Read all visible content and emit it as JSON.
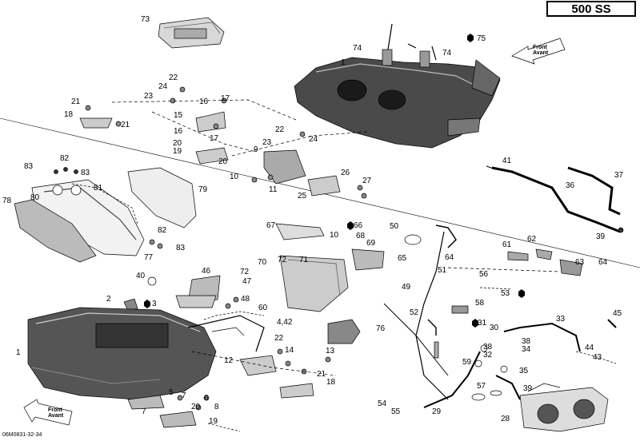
{
  "title": "500 SS",
  "drawing_id": "06M0831-32-34",
  "front_arrows": [
    {
      "line1": "Front",
      "line2": "Avant"
    },
    {
      "line1": "Front",
      "line2": "Avant"
    }
  ],
  "callouts": [
    {
      "id": "c73",
      "text": "73"
    },
    {
      "id": "c74a",
      "text": "74"
    },
    {
      "id": "c75",
      "text": "75"
    },
    {
      "id": "c74b",
      "text": "74"
    },
    {
      "id": "c1a",
      "text": "1"
    },
    {
      "id": "c22a",
      "text": "22"
    },
    {
      "id": "c24a",
      "text": "24"
    },
    {
      "id": "c23a",
      "text": "23"
    },
    {
      "id": "c17a",
      "text": "17"
    },
    {
      "id": "c16a",
      "text": "16"
    },
    {
      "id": "c21a",
      "text": "21"
    },
    {
      "id": "c18a",
      "text": "18"
    },
    {
      "id": "c21b",
      "text": "21"
    },
    {
      "id": "c15",
      "text": "15"
    },
    {
      "id": "c16b",
      "text": "16"
    },
    {
      "id": "c17b",
      "text": "17"
    },
    {
      "id": "c22b",
      "text": "22"
    },
    {
      "id": "c23b",
      "text": "23"
    },
    {
      "id": "c24b",
      "text": "24"
    },
    {
      "id": "c20a",
      "text": "20"
    },
    {
      "id": "c19a",
      "text": "19"
    },
    {
      "id": "c20b",
      "text": "20"
    },
    {
      "id": "c9",
      "text": "9"
    },
    {
      "id": "c10",
      "text": "10"
    },
    {
      "id": "c11",
      "text": "11"
    },
    {
      "id": "c26",
      "text": "26"
    },
    {
      "id": "c27",
      "text": "27"
    },
    {
      "id": "c25",
      "text": "25"
    },
    {
      "id": "c82a",
      "text": "82"
    },
    {
      "id": "c83a",
      "text": "83"
    },
    {
      "id": "c83b",
      "text": "83"
    },
    {
      "id": "c81",
      "text": "81"
    },
    {
      "id": "c80",
      "text": "80"
    },
    {
      "id": "c79",
      "text": "79"
    },
    {
      "id": "c78",
      "text": "78"
    },
    {
      "id": "c82b",
      "text": "82"
    },
    {
      "id": "c83c",
      "text": "83"
    },
    {
      "id": "c77",
      "text": "77"
    },
    {
      "id": "c41",
      "text": "41"
    },
    {
      "id": "c37",
      "text": "37"
    },
    {
      "id": "c36",
      "text": "36"
    },
    {
      "id": "c39a",
      "text": "39"
    },
    {
      "id": "c67",
      "text": "67"
    },
    {
      "id": "c66",
      "text": "66"
    },
    {
      "id": "c68",
      "text": "68"
    },
    {
      "id": "c50",
      "text": "50"
    },
    {
      "id": "c10b",
      "text": "10"
    },
    {
      "id": "c69",
      "text": "69"
    },
    {
      "id": "c65",
      "text": "65"
    },
    {
      "id": "c61",
      "text": "61"
    },
    {
      "id": "c62",
      "text": "62"
    },
    {
      "id": "c64",
      "text": "64"
    },
    {
      "id": "c63",
      "text": "63"
    },
    {
      "id": "c64b",
      "text": "64"
    },
    {
      "id": "c70",
      "text": "70"
    },
    {
      "id": "c72a",
      "text": "72"
    },
    {
      "id": "c71",
      "text": "71"
    },
    {
      "id": "c72b",
      "text": "72"
    },
    {
      "id": "c47",
      "text": "47"
    },
    {
      "id": "c46",
      "text": "46"
    },
    {
      "id": "c40",
      "text": "40"
    },
    {
      "id": "c49",
      "text": "49"
    },
    {
      "id": "c51",
      "text": "51"
    },
    {
      "id": "c56",
      "text": "56"
    },
    {
      "id": "c53",
      "text": "53"
    },
    {
      "id": "c2",
      "text": "2"
    },
    {
      "id": "c3",
      "text": "3"
    },
    {
      "id": "c48",
      "text": "48"
    },
    {
      "id": "c60",
      "text": "60"
    },
    {
      "id": "c58",
      "text": "58"
    },
    {
      "id": "c52",
      "text": "52"
    },
    {
      "id": "c4",
      "text": "4,42"
    },
    {
      "id": "c76",
      "text": "76"
    },
    {
      "id": "c31",
      "text": "31"
    },
    {
      "id": "c30",
      "text": "30"
    },
    {
      "id": "c33",
      "text": "33"
    },
    {
      "id": "c45",
      "text": "45"
    },
    {
      "id": "c1b",
      "text": "1"
    },
    {
      "id": "c22c",
      "text": "22"
    },
    {
      "id": "c14",
      "text": "14"
    },
    {
      "id": "c13",
      "text": "13"
    },
    {
      "id": "c12",
      "text": "12"
    },
    {
      "id": "c21c",
      "text": "21"
    },
    {
      "id": "c18b",
      "text": "18"
    },
    {
      "id": "c38a",
      "text": "38"
    },
    {
      "id": "c38b",
      "text": "38"
    },
    {
      "id": "c34",
      "text": "34"
    },
    {
      "id": "c32",
      "text": "32"
    },
    {
      "id": "c59",
      "text": "59"
    },
    {
      "id": "c44",
      "text": "44"
    },
    {
      "id": "c43",
      "text": "43"
    },
    {
      "id": "c35",
      "text": "35"
    },
    {
      "id": "c57",
      "text": "57"
    },
    {
      "id": "c39b",
      "text": "39"
    },
    {
      "id": "c54",
      "text": "54"
    },
    {
      "id": "c55",
      "text": "55"
    },
    {
      "id": "c29",
      "text": "29"
    },
    {
      "id": "c28",
      "text": "28"
    },
    {
      "id": "c5",
      "text": "5"
    },
    {
      "id": "c7a",
      "text": "7"
    },
    {
      "id": "c6",
      "text": "6"
    },
    {
      "id": "c20c",
      "text": "20"
    },
    {
      "id": "c8",
      "text": "8"
    },
    {
      "id": "c7b",
      "text": "7"
    },
    {
      "id": "c19b",
      "text": "19"
    }
  ]
}
